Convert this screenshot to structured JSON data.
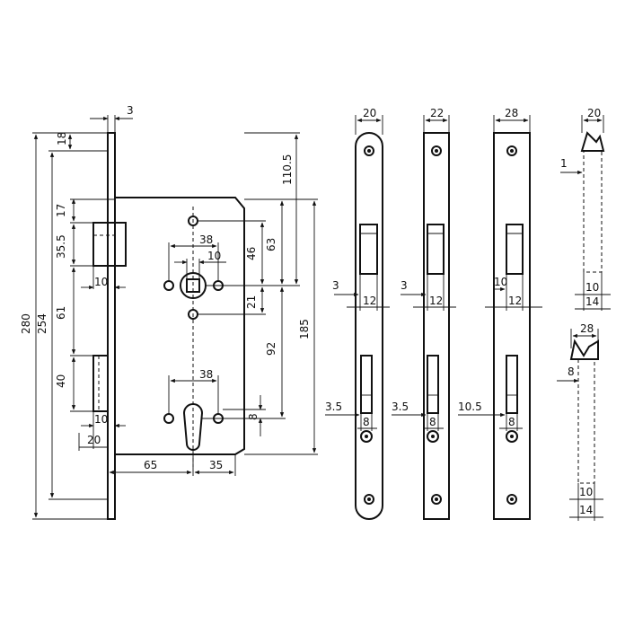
{
  "main_view": {
    "dim_faceplate_thickness": "3",
    "dim_top_offset": "18",
    "dim_total_height": "280",
    "dim_case_height": "254",
    "dim_latch_offset": "17",
    "dim_latch_height": "35.5",
    "dim_latch_projection": "10",
    "dim_latch_to_bolt": "61",
    "dim_bolt_height": "40",
    "dim_bolt_projection": "10",
    "dim_bolt_width": "20",
    "dim_top_to_follower": "110.5",
    "dim_follower_height": "63",
    "dim_follower_upper": "46",
    "dim_follower_hole_spacing": "38",
    "dim_square_size": "10",
    "dim_follower_lower": "21",
    "dim_follower_to_cylinder": "92",
    "dim_case_inner_height": "185",
    "dim_cylinder_hole_spacing": "38",
    "dim_cylinder_offset": "8",
    "dim_backset": "65",
    "dim_cylinder_backset": "35"
  },
  "forend_views": [
    {
      "width": "20",
      "latch_offset": "3",
      "latch_width": "12",
      "bolt_offset": "3.5",
      "bolt_width": "8"
    },
    {
      "width": "22",
      "latch_offset": "3",
      "latch_width": "12",
      "bolt_offset": "3.5",
      "bolt_width": "8"
    },
    {
      "width": "28",
      "latch_offset": "10",
      "latch_width": "12",
      "bolt_offset": "10.5",
      "bolt_width": "8"
    }
  ],
  "side_views": [
    {
      "width": "20",
      "offset": "1",
      "inner": "10",
      "outer": "14"
    },
    {
      "width": "28",
      "offset": "8",
      "inner": "10",
      "outer": "14"
    }
  ]
}
